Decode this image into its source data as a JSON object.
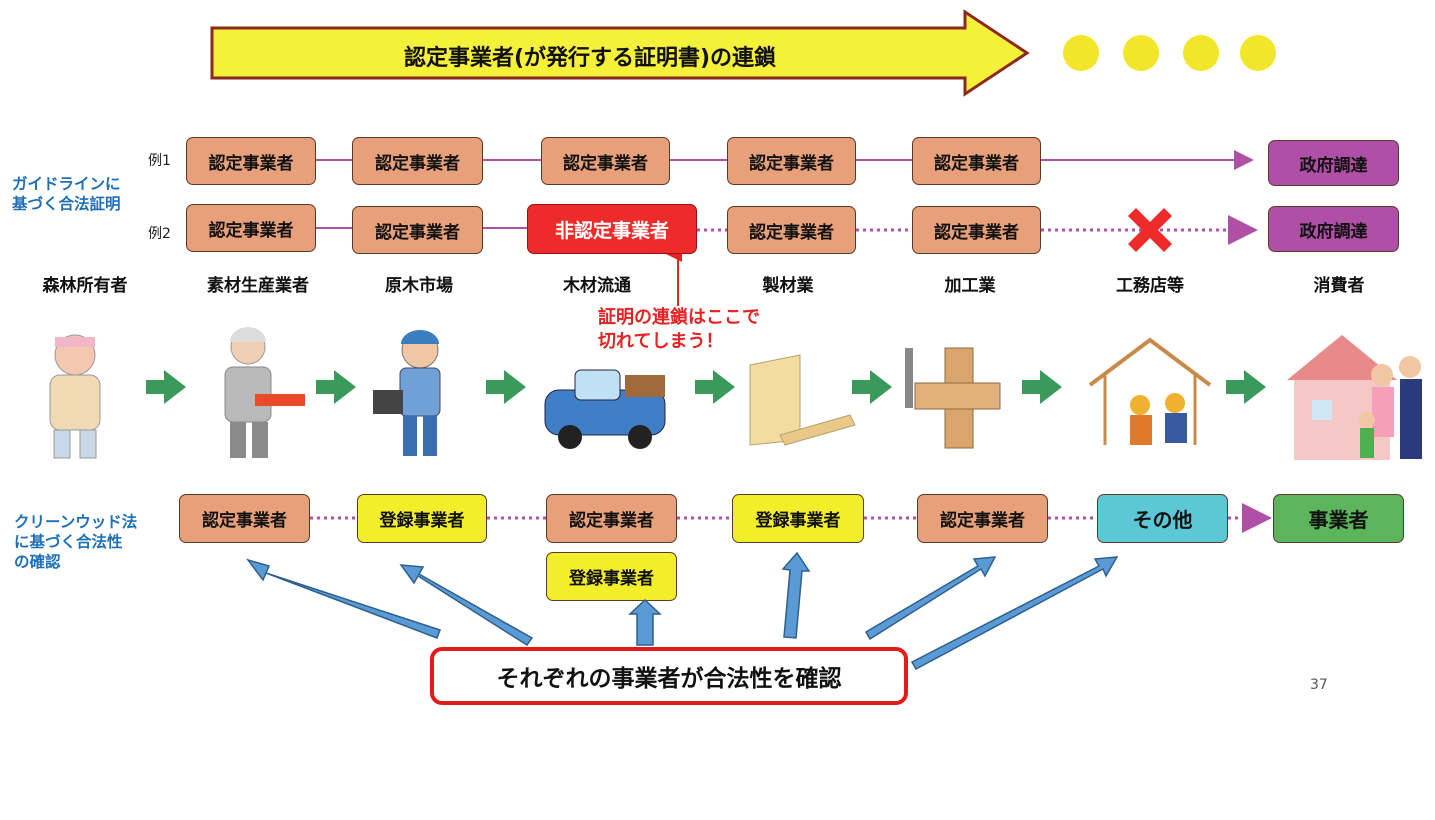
{
  "title": "認定事業者(が発行する証明書)の連鎖",
  "side_labels": {
    "guideline": "ガイドラインに\n基づく合法証明",
    "cleanwood": "クリーンウッド法\nに基づく合法性\nの確認"
  },
  "example_labels": [
    "例1",
    "例2"
  ],
  "row_example1": [
    "認定事業者",
    "認定事業者",
    "認定事業者",
    "認定事業者",
    "認定事業者",
    "政府調達"
  ],
  "row_example2": [
    "認定事業者",
    "認定事業者",
    "非認定事業者",
    "認定事業者",
    "認定事業者",
    "政府調達"
  ],
  "stages": [
    "森林所有者",
    "素材生産業者",
    "原木市場",
    "木材流通",
    "製材業",
    "加工業",
    "工務店等",
    "消費者"
  ],
  "warning": "証明の連鎖はここで\n切れてしまう！",
  "cleanwood_row": [
    "認定事業者",
    "登録事業者",
    "認定事業者",
    "登録事業者",
    "認定事業者",
    "その他",
    "事業者"
  ],
  "cleanwood_extra": "登録事業者",
  "confirm": "それぞれの事業者が合法性を確認",
  "page_number": "37",
  "colors": {
    "certified": "#e8a07a",
    "non_certified": "#ee2b2b",
    "government": "#b04fa6",
    "registered": "#f2ef2a",
    "other": "#5cc8d6",
    "business": "#5cb55a",
    "flow_arrow": "#3a9a5c",
    "up_arrow": "#5b9bd5",
    "title_arrow": "#f5f03a"
  },
  "icons": [
    "forest-owner-illustration",
    "logger-illustration",
    "market-worker-illustration",
    "truck-illustration",
    "lumber-illustration",
    "joinery-illustration",
    "carpenters-illustration",
    "family-house-illustration"
  ]
}
